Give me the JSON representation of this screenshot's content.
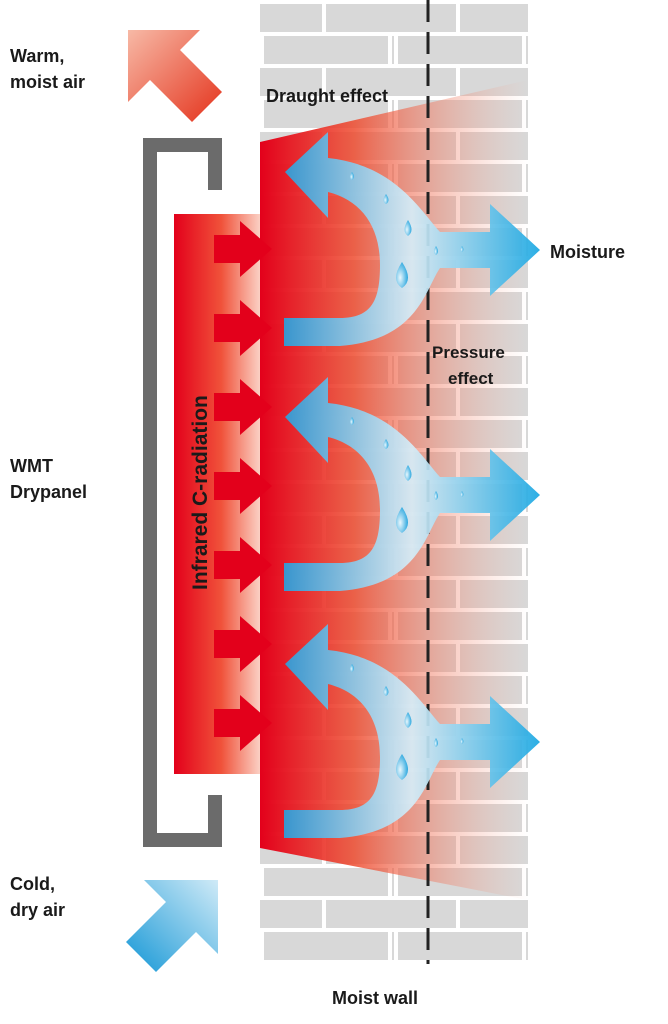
{
  "labels": {
    "warm_air": [
      "Warm,",
      "moist air"
    ],
    "draught_effect": "Draught effect",
    "moisture": "Moisture",
    "pressure_effect": [
      "Pressure",
      "effect"
    ],
    "drypanel": [
      "WMT",
      "Drypanel"
    ],
    "infrared": "Infrared C-radiation",
    "cold_air": [
      "Cold,",
      "dry air"
    ],
    "moist_wall": "Moist wall"
  },
  "colors": {
    "brick_fill": "#d8d8d8",
    "mortar": "#ffffff",
    "heat_red": "#e3001b",
    "panel_frame": "#6b6b6b",
    "moisture_blue": "#1ea6e0",
    "warm_arrow": "#e94e2e",
    "cold_arrow": "#2aa9e0"
  },
  "icons": {
    "warm_air_arrow": "arrow-up-left",
    "cold_air_arrow": "arrow-up-right",
    "radiation_arrows": "arrow-right",
    "moisture_flows": "curved-split-arrow",
    "droplets": "water-drop"
  }
}
